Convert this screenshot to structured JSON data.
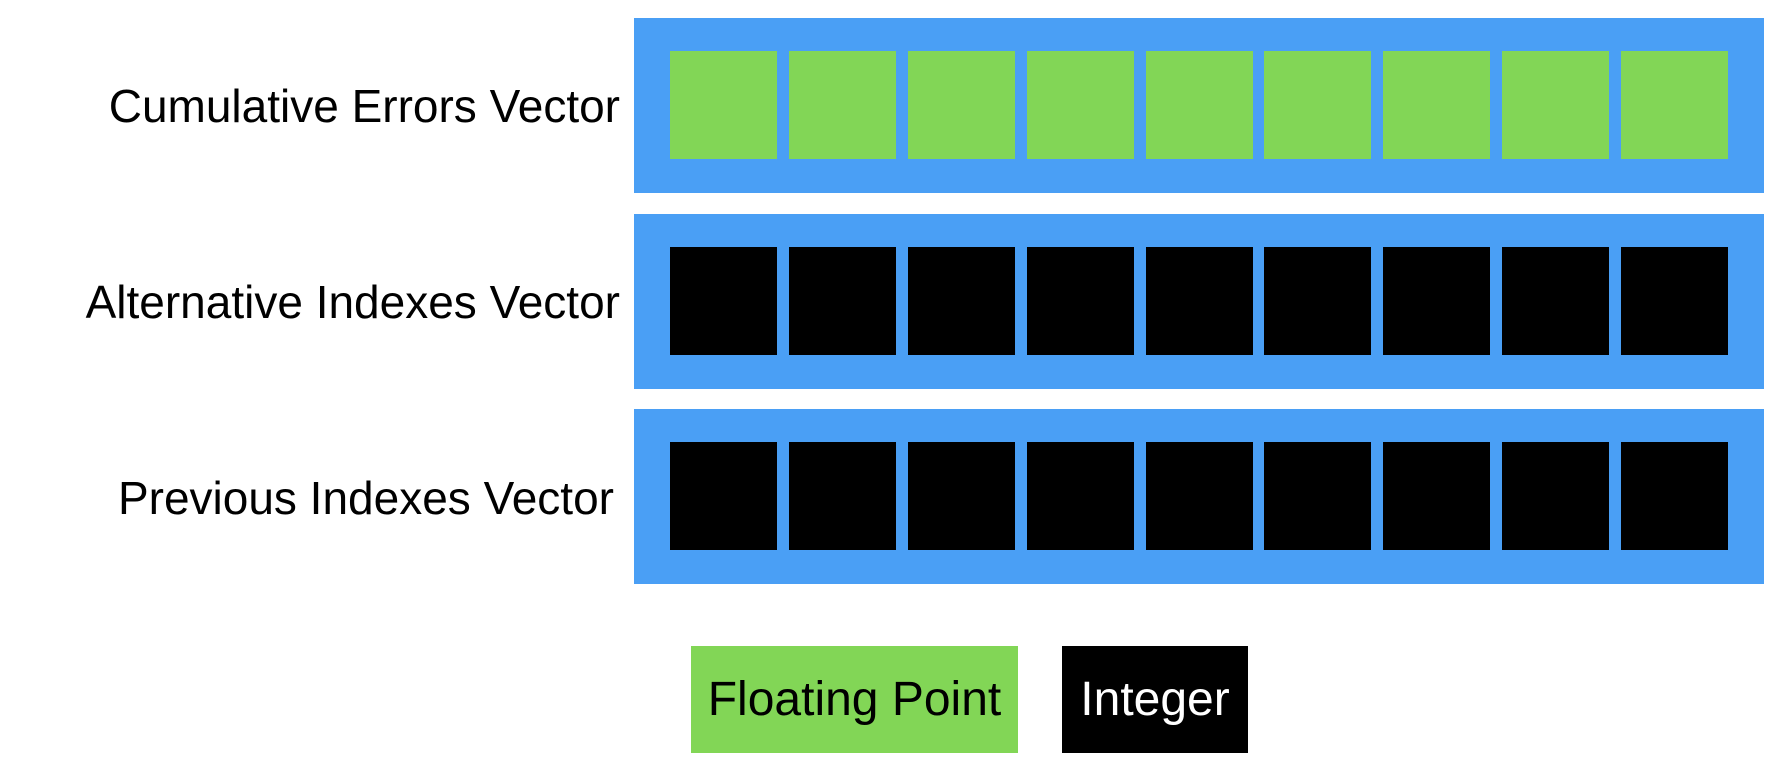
{
  "colors": {
    "vector_bar": "#4a9ff5",
    "floating_point": "#82d656",
    "integer": "#000000",
    "legend_float_text": "#000000",
    "legend_int_text": "#ffffff"
  },
  "vectors": [
    {
      "label": "Cumulative Errors Vector",
      "cell_type": "floating_point",
      "cell_count": 9
    },
    {
      "label": "Alternative Indexes Vector",
      "cell_type": "integer",
      "cell_count": 9
    },
    {
      "label": "Previous Indexes Vector",
      "cell_type": "integer",
      "cell_count": 9
    }
  ],
  "legend": {
    "floating_point": "Floating Point",
    "integer": "Integer"
  }
}
